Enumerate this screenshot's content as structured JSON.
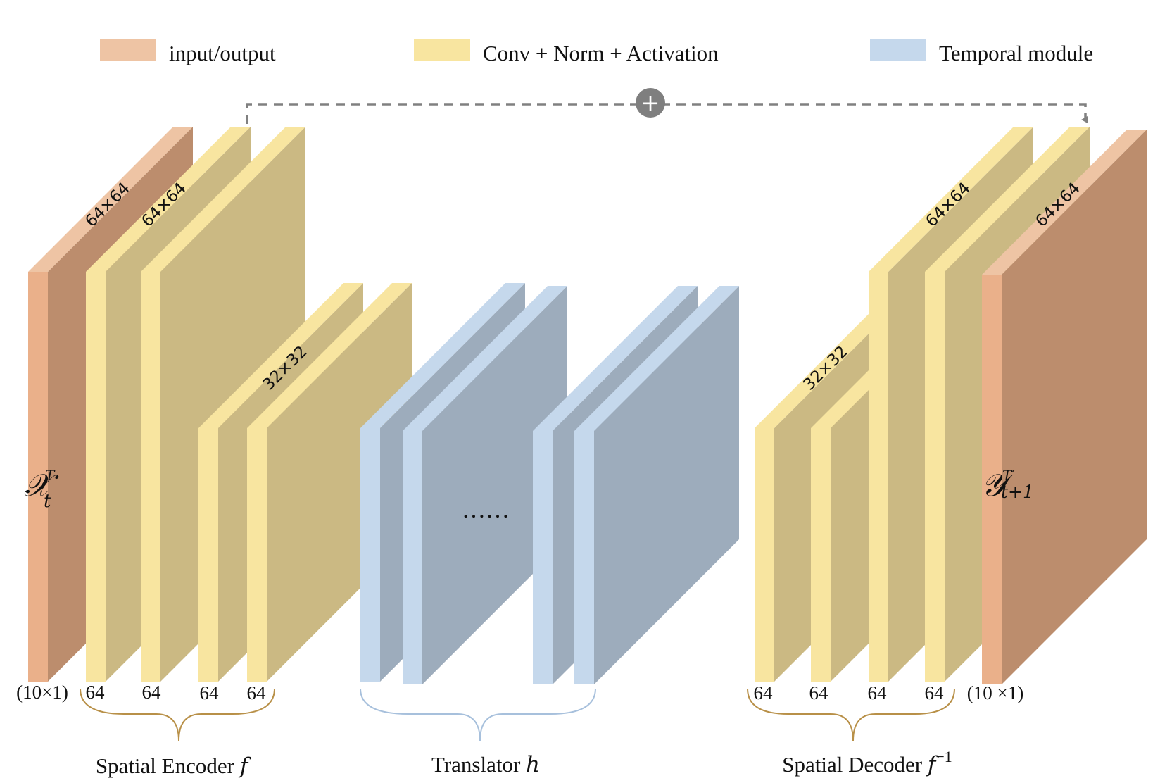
{
  "legend": [
    {
      "key": "io",
      "label": "input/output",
      "color": "#EEC4A4"
    },
    {
      "key": "conv",
      "label": "Conv + Norm + Activation",
      "color": "#F8E5A0"
    },
    {
      "key": "temporal",
      "label": "Temporal module",
      "color": "#C5D8EC"
    }
  ],
  "colors": {
    "io_front": "#EAB08A",
    "io_side": "#BC8D6D",
    "io_top": "#EEC4A4",
    "conv_front": "#F8E5A0",
    "conv_side": "#CBB983",
    "conv_top": "#F8E5A0",
    "temporal_front": "#C5D8EC",
    "temporal_side": "#9DACBC",
    "temporal_top": "#C5D8EC",
    "skip_line": "#808080",
    "brace_encoder": "#B89048",
    "brace_translator": "#A7C0DC"
  },
  "input_label": {
    "base": "𝒳",
    "sub": "t",
    "sup": "T"
  },
  "output_label": {
    "base": "𝒴",
    "sub": "t+1",
    "sup": "T′"
  },
  "skip_connection_symbol": "+",
  "dimension_labels": [
    "64×64",
    "64×64",
    "32×32",
    "32×32",
    "64×64",
    "64×64"
  ],
  "channel_labels": {
    "input": "(10×1)",
    "encoder": [
      "64",
      "64",
      "64",
      "64"
    ],
    "decoder": [
      "64",
      "64",
      "64",
      "64"
    ],
    "output": "(10 ×1)"
  },
  "translator_ellipsis": "……",
  "sections": {
    "encoder": {
      "text": "Spatial Encoder ",
      "symbol": "f"
    },
    "translator": {
      "text": "Translator ",
      "symbol": "h"
    },
    "decoder": {
      "text": "Spatial Decoder ",
      "symbol": "f",
      "superscript": "−1"
    }
  }
}
